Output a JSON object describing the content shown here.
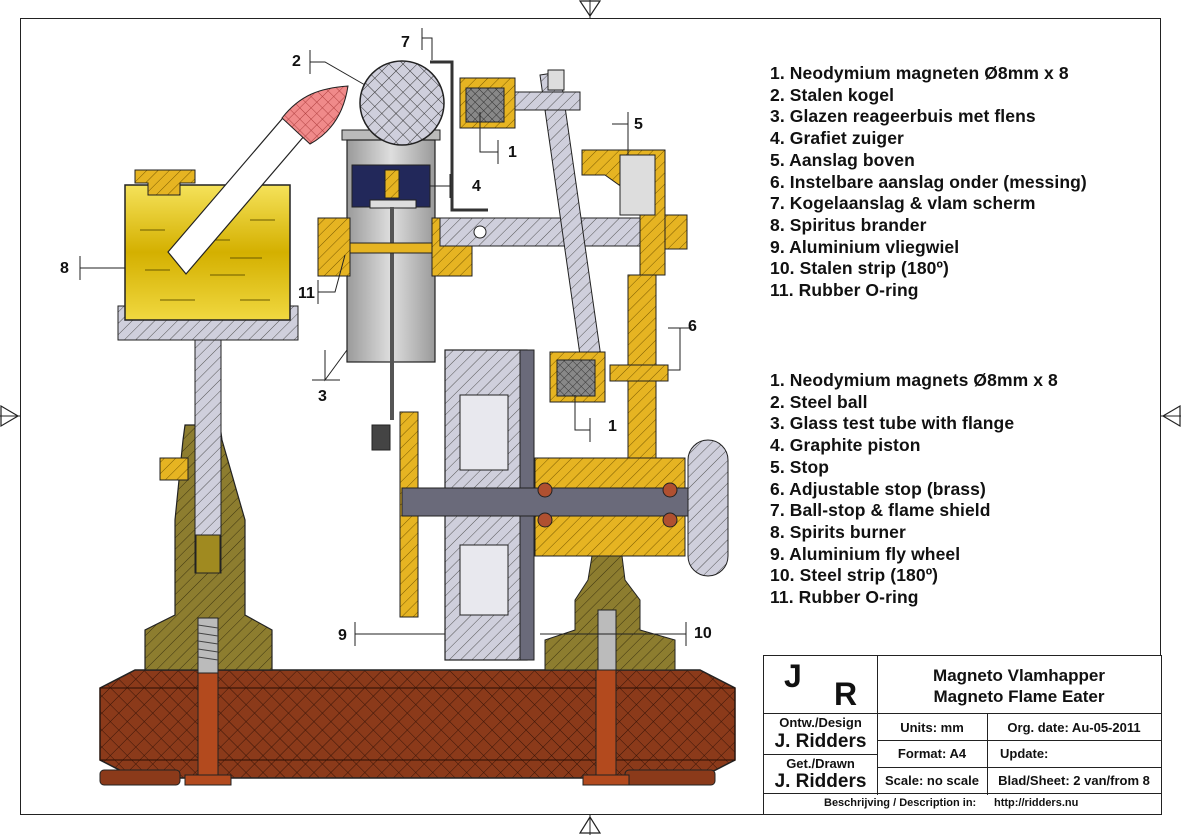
{
  "callouts": {
    "c1a": "1",
    "c1b": "1",
    "c2": "2",
    "c3": "3",
    "c4": "4",
    "c5": "5",
    "c6": "6",
    "c7": "7",
    "c8": "8",
    "c9": "9",
    "c10": "10",
    "c11": "11"
  },
  "parts_nl": [
    "1.  Neodymium magneten Ø8mm x 8",
    "2.  Stalen kogel",
    "3.  Glazen reageerbuis met flens",
    "4.  Grafiet zuiger",
    "5. Aanslag boven",
    "6.  Instelbare aanslag onder (messing)",
    "7.  Kogelaanslag & vlam scherm",
    "8.  Spiritus brander",
    "9.  Aluminium vliegwiel",
    "10. Stalen strip (180º)",
    "11. Rubber O-ring"
  ],
  "parts_en": [
    "1.  Neodymium magnets Ø8mm x 8",
    "2.  Steel ball",
    "3.  Glass test tube with flange",
    "4.  Graphite piston",
    "5.  Stop",
    "6.  Adjustable stop (brass)",
    "7.  Ball-stop & flame shield",
    "8.  Spirits burner",
    "9.  Aluminium fly wheel",
    "10. Steel strip (180º)",
    "11. Rubber O-ring"
  ],
  "title_block": {
    "logo_j": "J",
    "logo_r": "R",
    "title_nl": "Magneto Vlamhapper",
    "title_en": "Magneto Flame Eater",
    "design_label": "Ontw./Design",
    "design_name": "J. Ridders",
    "drawn_label": "Get./Drawn",
    "drawn_name": "J. Ridders",
    "units": "Units: mm",
    "format": "Format: A4",
    "scale": "Scale: no scale",
    "org_date": "Org. date: Au-05-2011",
    "update": "Update:",
    "sheet": "Blad/Sheet: 2 van/from 8",
    "description_label": "Beschrijving / Description in:",
    "description_url": "http://ridders.nu"
  },
  "colors": {
    "steel": "#c9c9d6",
    "brass": "#e6b422",
    "bronze": "#8a7a2a",
    "wood": "#8b3a1a",
    "pink": "#f08a8a",
    "yellow_fuel": "#e8c80a",
    "magnet": "#8a8a8a"
  }
}
